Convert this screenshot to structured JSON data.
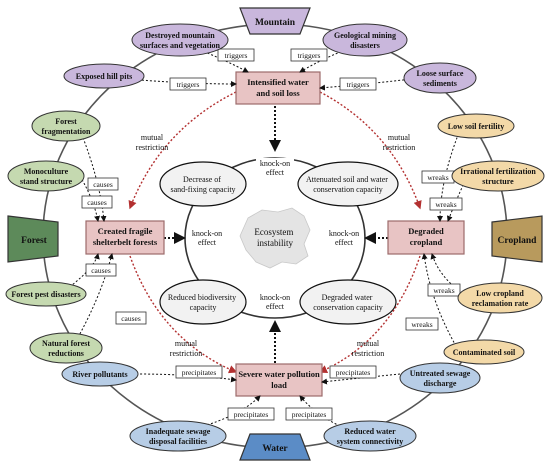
{
  "quadrants": {
    "mountain": "Mountain",
    "forest": "Forest",
    "cropland": "Cropland",
    "water": "Water"
  },
  "core": {
    "center": [
      "Ecosystem",
      "instability"
    ],
    "top_box": [
      "Intensified water",
      "and soil loss"
    ],
    "left_box": [
      "Created fragile",
      "shelterbelt forests"
    ],
    "right_box": [
      "Degraded",
      "cropland"
    ],
    "bottom_box": [
      "Severe water pollution",
      "load"
    ]
  },
  "inner_ovals": {
    "top_left": [
      "Decrease of",
      "sand-fixing capacity"
    ],
    "top_right": [
      "Attenuated soil and water",
      "conservation capacity"
    ],
    "bottom_left": [
      "Reduced biodiversity",
      "capacity"
    ],
    "bottom_right": [
      "Degraded water",
      "conservation capacity"
    ]
  },
  "knock_on": [
    "knock-on",
    "effect"
  ],
  "mutual": [
    "mutual",
    "restriction"
  ],
  "relations": {
    "triggers": "triggers",
    "causes": "causes",
    "wreaks": "wreaks",
    "precipitates": "precipitates"
  },
  "outer_nodes": {
    "m1": [
      "Destroyed mountain",
      "surfaces and vegetation"
    ],
    "m2": [
      "Geological mining",
      "disasters"
    ],
    "m3": [
      "Exposed hill pits"
    ],
    "m4": [
      "Loose surface",
      "sediments"
    ],
    "f1": [
      "Forest",
      "fragmentation"
    ],
    "f2": [
      "Monoculture",
      "stand structure"
    ],
    "f3": [
      "Forest pest disasters"
    ],
    "f4": [
      "Natural forest",
      "reductions"
    ],
    "c1": [
      "Low soil fertility"
    ],
    "c2": [
      "Irrational fertilization",
      "structure"
    ],
    "c3": [
      "Low cropland",
      "reclamation rate"
    ],
    "c4": [
      "Contaminated soil"
    ],
    "w1": [
      "River pollutants"
    ],
    "w2": [
      "Inadequate sewage",
      "disposal facilities"
    ],
    "w3": [
      "Reduced water",
      "system connectivity"
    ],
    "w4": [
      "Untreated sewage",
      "discharge"
    ]
  },
  "colors": {
    "mountain": "#c9b7dc",
    "mountain_dark": "#a48fc4",
    "forest": "#c5d9b0",
    "forest_dark": "#5d8a5a",
    "cropland": "#f3d9a8",
    "cropland_dark": "#b89a5d",
    "water": "#b7cde6",
    "water_dark": "#5b8cc6",
    "box": "#e8c4c4",
    "box_border": "#9c6b6b",
    "oval": "#f2f2f2",
    "arrow_red": "#b33030"
  }
}
